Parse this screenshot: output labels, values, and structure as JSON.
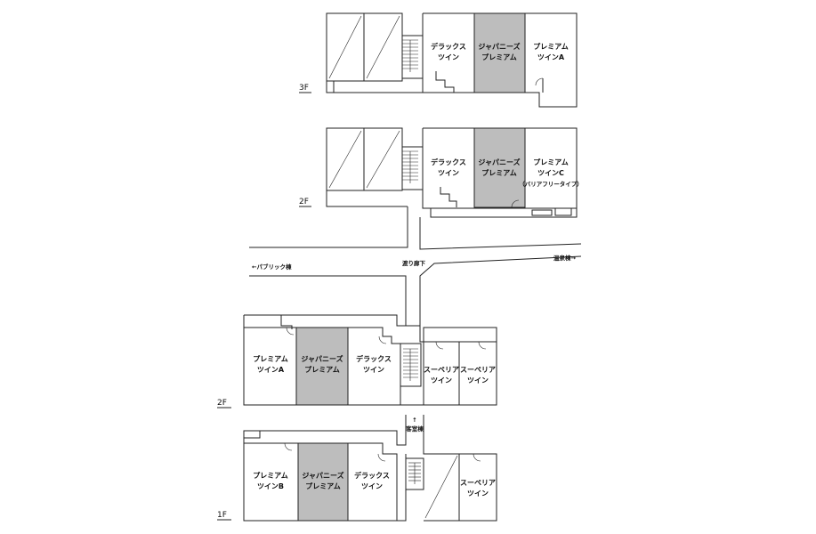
{
  "floors": [
    {
      "label": "3F"
    },
    {
      "label": "2F"
    },
    {
      "label": "2F"
    },
    {
      "label": "1F"
    }
  ],
  "rooms": {
    "b3_deluxe": [
      "デラックス",
      "ツイン"
    ],
    "b3_japanese": [
      "ジャパニーズ",
      "プレミアム"
    ],
    "b3_premium": [
      "プレミアム",
      "ツインA"
    ],
    "b2_deluxe": [
      "デラックス",
      "ツイン"
    ],
    "b2_japanese": [
      "ジャパニーズ",
      "プレミアム"
    ],
    "b2_premium": [
      "プレミアム",
      "ツインC",
      "（バリアフリータイプ）"
    ],
    "s2_premium": [
      "プレミアム",
      "ツインA"
    ],
    "s2_japanese": [
      "ジャパニーズ",
      "プレミアム"
    ],
    "s2_deluxe": [
      "デラックス",
      "ツイン"
    ],
    "s2_superior1": [
      "スーペリア",
      "ツイン"
    ],
    "s2_superior2": [
      "スーペリア",
      "ツイン"
    ],
    "s1_premium": [
      "プレミアム",
      "ツインB"
    ],
    "s1_japanese": [
      "ジャパニーズ",
      "プレミアム"
    ],
    "s1_deluxe": [
      "デラックス",
      "ツイン"
    ],
    "s1_superior": [
      "スーペリア",
      "ツイン"
    ]
  },
  "labels": {
    "corridor": "渡り廊下",
    "public_wing": "←パブリック棟",
    "onsen_wing": "温泉棟→",
    "guest_wing": "客室棟",
    "guest_arrow": "↑"
  },
  "colors": {
    "japanese_room_fill": "#bdbdbd",
    "wall": "#222222",
    "background": "#ffffff"
  }
}
